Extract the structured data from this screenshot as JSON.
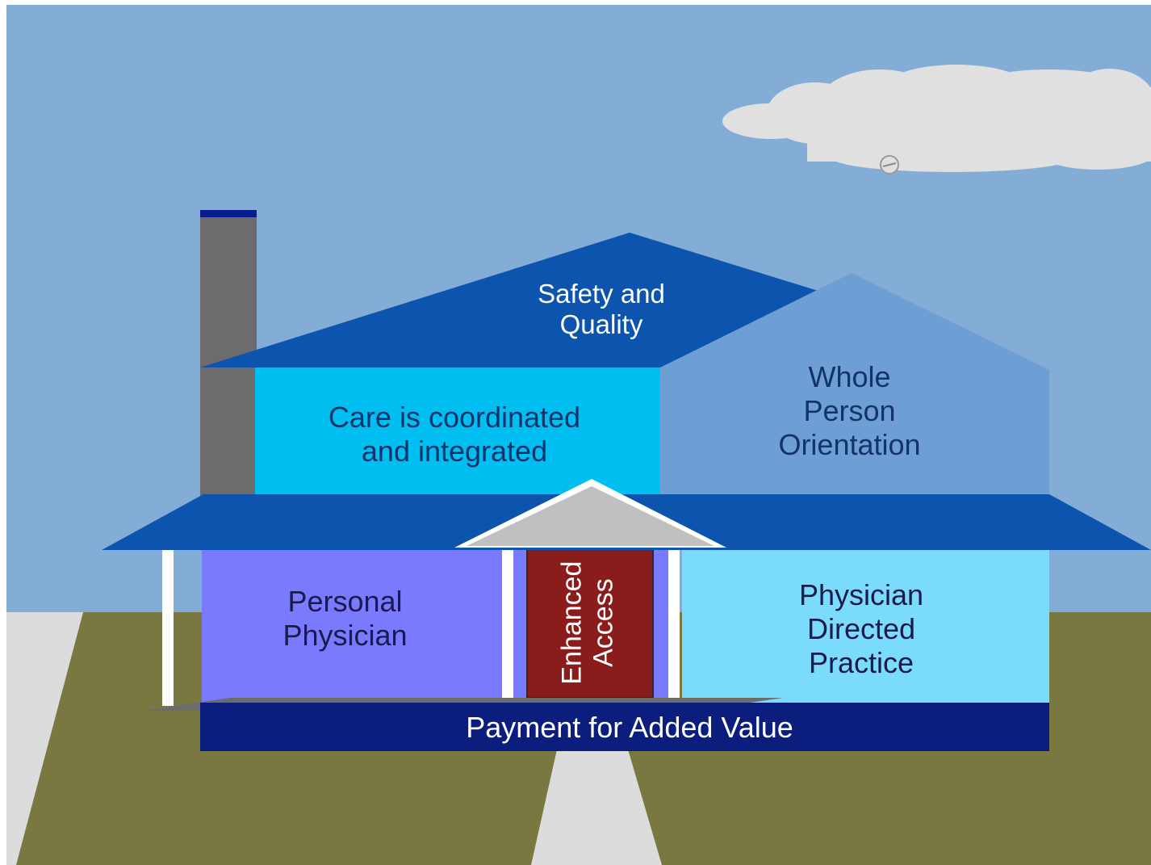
{
  "diagram": {
    "roof_label": "Safety and\nQuality",
    "upper_left_label": "Care is coordinated\nand integrated",
    "upper_right_label": "Whole\nPerson\nOrientation",
    "lower_left_label": "Personal\nPhysician",
    "door_label": "Enhanced\nAccess",
    "lower_right_label": "Physician\nDirected\nPractice",
    "foundation_label": "Payment for Added Value"
  },
  "colors": {
    "sky": "#83add6",
    "grass": "#7a7841",
    "path": "#dcdcdc",
    "cloud": "#e0e0e0",
    "chimney": "#6c6c6c",
    "chimney_cap": "#0a1d8c",
    "roof": "#0c54ad",
    "upper_left_wall": "#00bff0",
    "upper_right_wall": "#6e9fd4",
    "lower_left_wall": "#7a7aff",
    "lower_right_wall": "#7adcfa",
    "door": "#8a1c1c",
    "porch_gable": "#c0c0c0",
    "foundation": "#0b1e7e",
    "step": "#6c6c6c"
  }
}
